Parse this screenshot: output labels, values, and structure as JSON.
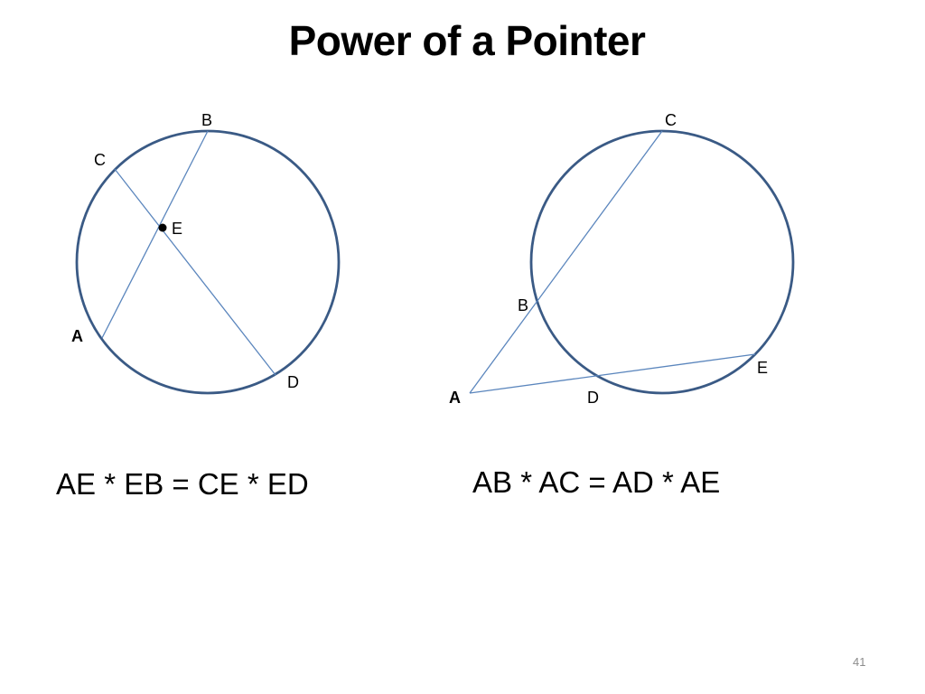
{
  "slide": {
    "title": "Power of a Pointer",
    "slide_number": "41"
  },
  "colors": {
    "circle_stroke": "#3a5a85",
    "chord_stroke": "#5b86bd",
    "text": "#000000"
  },
  "diagram_left": {
    "labels": {
      "B": "B",
      "C": "C",
      "E": "E",
      "A": "A",
      "D": "D"
    },
    "equation": "AE * EB = CE * ED"
  },
  "diagram_right": {
    "labels": {
      "C": "C",
      "B": "B",
      "E": "E",
      "A": "A",
      "D": "D"
    },
    "equation": "AB * AC = AD * AE"
  }
}
